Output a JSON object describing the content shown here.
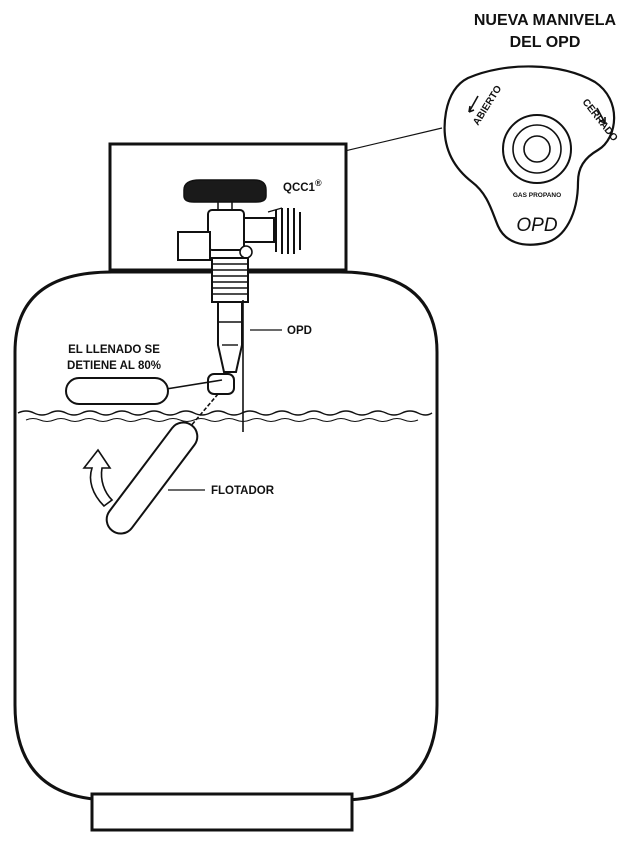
{
  "title": {
    "line1": "NUEVA MANIVELA",
    "line2": "DEL OPD"
  },
  "handle": {
    "open_label": "ABIERTO",
    "closed_label": "CERRADO",
    "gas_label": "GAS PROPANO",
    "opd_mark": "OPD"
  },
  "labels": {
    "qcc1": "QCC1",
    "qcc1_mark": "®",
    "opd": "OPD",
    "fill_stop_line1": "EL LLENADO SE",
    "fill_stop_line2": "DETIENE AL 80%",
    "float": "FLOTADOR"
  }
}
